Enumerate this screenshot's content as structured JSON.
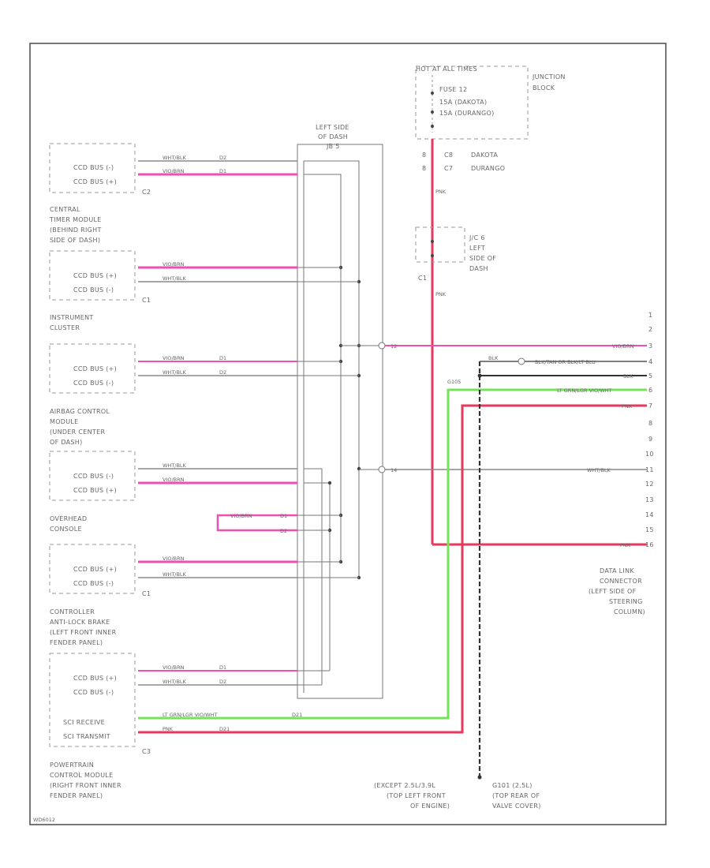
{
  "colors": {
    "pink": "#ee4fb0",
    "red": "#e8385b",
    "green": "#74e35a",
    "wire_gray": "#8a8a8a",
    "dark": "#444444",
    "text": "#666666"
  },
  "top_fuse": {
    "header": "HOT AT ALL TIMES",
    "fuse_label": "FUSE 12",
    "fuse_a": "15A (DAKOTA)",
    "fuse_b": "15A (DURANGO)",
    "junction": [
      "JUNCTION",
      "BLOCK"
    ],
    "cav_a": "C8",
    "cav_a_desc": "DAKOTA",
    "cav_b": "C7",
    "cav_b_desc": "DURANGO"
  },
  "splice_box": {
    "title": [
      "LEFT SIDE",
      "OF DASH"
    ],
    "tag": "JB 5"
  },
  "jc": {
    "label": [
      "J/C 6",
      "LEFT",
      "SIDE OF",
      "DASH"
    ],
    "cavity": "C1"
  },
  "modules": [
    {
      "name_lines": [],
      "pins": [
        "CCD BUS (-)",
        "CCD BUS (+)"
      ],
      "conn": "C2",
      "w1": "WHT/BLK",
      "c1": "D2",
      "w2": "VIO/BRN",
      "c2": "D1"
    },
    {
      "name_lines": [
        "CENTRAL",
        "TIMER MODULE",
        "(BEHIND RIGHT",
        "SIDE OF DASH)"
      ],
      "pins": [
        "CCD BUS (+)",
        "CCD BUS (-)"
      ],
      "conn": "C1",
      "w1": "VIO/BRN",
      "c1": "",
      "w2": "WHT/BLK",
      "c2": ""
    },
    {
      "name_lines": [
        "INSTRUMENT",
        "CLUSTER"
      ],
      "pins": [
        "CCD BUS (+)",
        "CCD BUS (-)"
      ],
      "conn": "",
      "w1": "VIO/BRN",
      "c1": "D1",
      "w2": "WHT/BLK",
      "c2": "D2"
    },
    {
      "name_lines": [
        "AIRBAG CONTROL",
        "MODULE",
        "(UNDER CENTER",
        "OF DASH)"
      ],
      "pins": [
        "CCD BUS (-)",
        "CCD BUS (+)"
      ],
      "conn": "",
      "w1": "WHT/BLK",
      "c1": "",
      "w2": "VIO/BRN",
      "c2": ""
    },
    {
      "name_lines": [
        "OVERHEAD",
        "CONSOLE"
      ],
      "pins": [
        "CCD BUS (+)",
        "CCD BUS (-)"
      ],
      "conn": "C1",
      "w1": "VIO/BRN",
      "c1": "",
      "w2": "WHT/BLK",
      "c2": ""
    },
    {
      "name_lines": [
        "CONTROLLER",
        "ANTI-LOCK BRAKE",
        "(LEFT FRONT INNER",
        "FENDER PANEL)"
      ],
      "pins": [
        "CCD BUS (+)",
        "CCD BUS (-)",
        "SCI RECEIVE",
        "SCI TRANSMIT"
      ],
      "conn": "C3",
      "w1": "VIO/BRN",
      "c1": "D1",
      "w2": "WHT/BLK",
      "c2": "D2",
      "w3": "LT GRN/LGR VIO/WHT",
      "c3": "D21",
      "w4": "PNK",
      "c4": "D21"
    },
    {
      "name_lines": [
        "POWERTRAIN",
        "CONTROL MODULE",
        "(RIGHT FRONT INNER",
        "FENDER PANEL)"
      ]
    }
  ],
  "overhead_loop": {
    "w": "VIO/BRN",
    "p1": "D1",
    "p2": "D2"
  },
  "dlc": {
    "label": [
      "DATA LINK",
      "CONNECTOR",
      "(LEFT SIDE OF",
      "STEERING",
      "COLUMN)"
    ],
    "pins": [
      "1",
      "2",
      "3",
      "4",
      "5",
      "6",
      "7",
      "8",
      "9",
      "10",
      "11",
      "12",
      "13",
      "14",
      "15",
      "16"
    ],
    "wire_pin3": "VIO/BRN",
    "wire_pin4": "BLK/TAN OR BLK/LT BLU",
    "wire_pin5": "BLK",
    "wire_pin6": "LT GRN/LGR VIO/WHT",
    "wire_pin7": "PNK",
    "wire_pin11": "WHT/BLK",
    "wire_pin16": "PNK",
    "blk_left": "BLK",
    "splice": "G105"
  },
  "vertical_labels": {
    "pnk_top": "PNK",
    "pnk_mid": "PNK"
  },
  "grounds": {
    "g1": [
      "(EXCEPT 2.5L/3.9L",
      "(TOP LEFT FRONT",
      "OF ENGINE)"
    ],
    "g2": [
      "G101 (2.5L)",
      "(TOP REAR OF",
      "VALVE COVER)"
    ]
  },
  "footer_code": "WD6012"
}
